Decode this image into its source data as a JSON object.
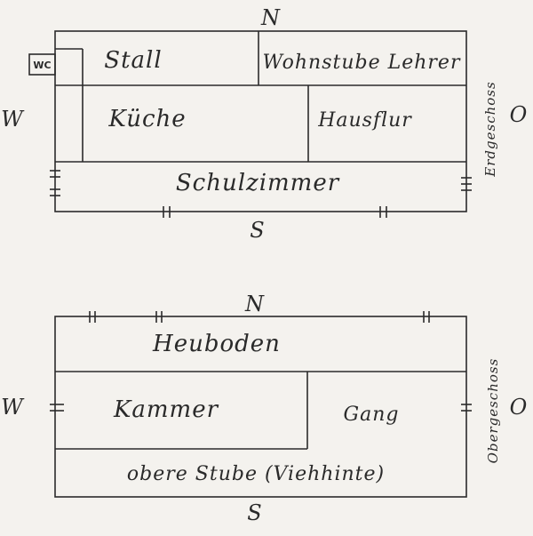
{
  "ground_floor": {
    "label": "Erdgeschoss",
    "compass": {
      "north": "N",
      "south": "S",
      "west": "W",
      "east": "O"
    },
    "rooms": {
      "wc": "WC",
      "stall": "Stall",
      "wohnstube": "Wohnstube Lehrer",
      "kueche": "Küche",
      "hausflur": "Hausflur",
      "schulzimmer": "Schulzimmer"
    }
  },
  "upper_floor": {
    "label": "Obergeschoss",
    "compass": {
      "north": "N",
      "south": "S",
      "west": "W",
      "east": "O"
    },
    "rooms": {
      "heuboden": "Heuboden",
      "kammer": "Kammer",
      "gang": "Gang",
      "obere_stube": "obere Stube (Viehhinte)"
    }
  }
}
